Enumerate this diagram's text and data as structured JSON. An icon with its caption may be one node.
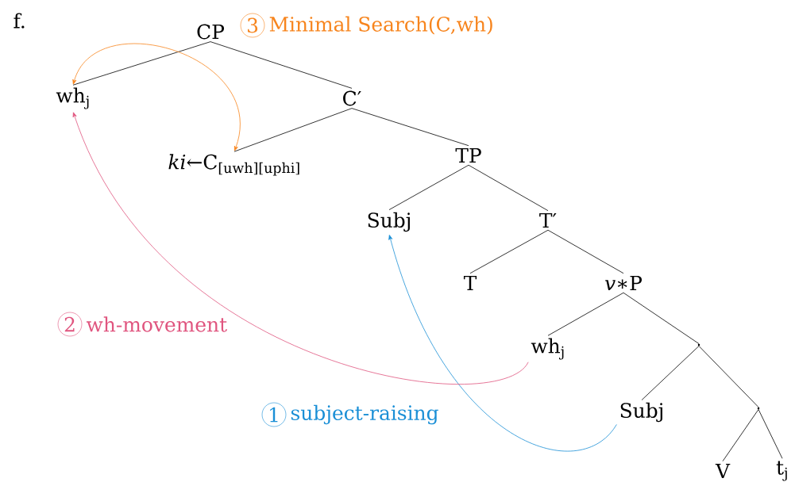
{
  "diagram": {
    "nodes": [
      {
        "text": [
          "CP"
        ]
      },
      {
        "text": [
          "wh$_{j}$"
        ]
      },
      {
        "text": [
          "C′"
        ]
      },
      {
        "text": [
          "*ki*←C$_{[uwh][uphi]}$"
        ]
      },
      {
        "text": [
          "TP"
        ]
      },
      {
        "text": [
          "Subj"
        ]
      },
      {
        "text": [
          "T′"
        ]
      },
      {
        "text": [
          "T"
        ]
      },
      {
        "text": [
          "*v*∗P"
        ]
      },
      {
        "text": [
          "wh$_{j}$"
        ]
      },
      {
        "text": [],
        "shape": "point"
      },
      {
        "text": [
          "Subj"
        ]
      },
      {
        "text": [],
        "shape": "point"
      },
      {
        "text": [
          "V"
        ]
      },
      {
        "text": [
          "t$_{j}$"
        ]
      }
    ],
    "edges": [
      {
        "from": 0,
        "to": 1,
        "arrow": "none"
      },
      {
        "from": 0,
        "to": 2,
        "arrow": "none"
      },
      {
        "from": 2,
        "to": 3,
        "arrow": "none"
      },
      {
        "from": 2,
        "to": 4,
        "arrow": "none"
      },
      {
        "from": 4,
        "to": 5,
        "arrow": "none"
      },
      {
        "from": 4,
        "to": 6,
        "arrow": "none"
      },
      {
        "from": 6,
        "to": 7,
        "arrow": "none"
      },
      {
        "from": 6,
        "to": 8,
        "arrow": "none"
      },
      {
        "from": 8,
        "to": 9,
        "arrow": "none"
      },
      {
        "from": 8,
        "to": 10,
        "arrow": "none"
      },
      {
        "from": 10,
        "to": 11,
        "arrow": "none"
      },
      {
        "from": 10,
        "to": 12,
        "arrow": "none"
      },
      {
        "from": 12,
        "to": 13,
        "arrow": "none"
      },
      {
        "from": 12,
        "to": 14,
        "arrow": "none"
      },
      {
        "from": 11,
        "to": 5,
        "arrow": "to",
        "label": "subject-raising",
        "color": "#1a8fd6"
      },
      {
        "from": 9,
        "to": 1,
        "arrow": "to",
        "label": "wh-movement",
        "color": "#e0557f"
      },
      {
        "from": 3,
        "to": 1,
        "arrow": "both",
        "label": "Minimal Search(C,wh)",
        "color": "#f7851e"
      }
    ],
    "labels": [
      "f.",
      "3",
      "2",
      "1"
    ]
  }
}
